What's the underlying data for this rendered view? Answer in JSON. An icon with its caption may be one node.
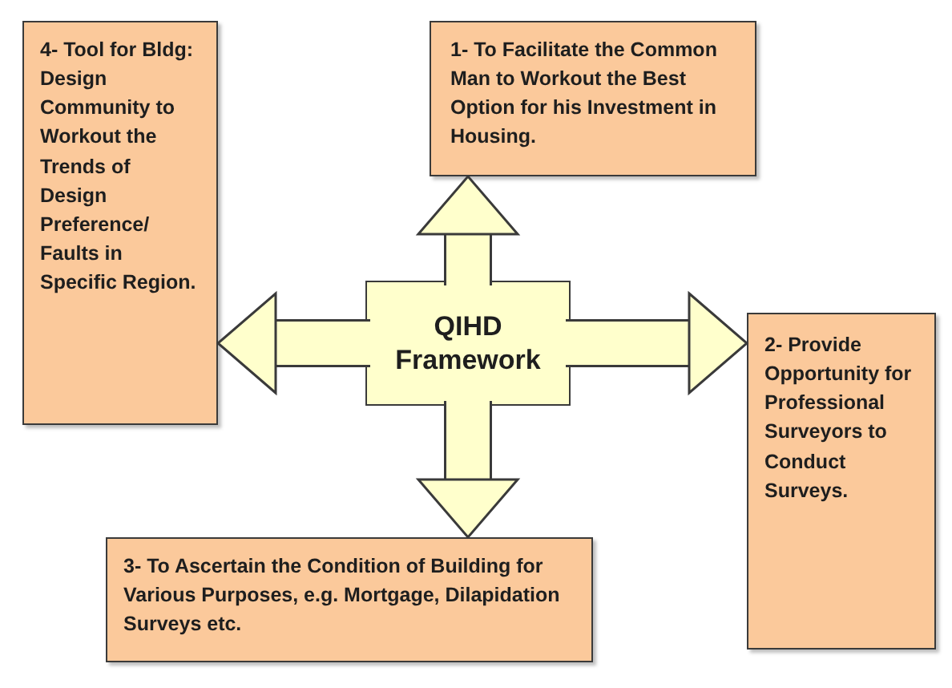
{
  "diagram": {
    "nodes": [
      {
        "text": [
          "4- Tool for Bldg: Design Community to Workout the Trends of Design Preference/ Faults in Specific Region."
        ]
      },
      {
        "text": [
          "1- To Facilitate the Common Man to Workout the Best Option for his Investment in Housing."
        ]
      },
      {
        "text": [
          "QIHD Framework"
        ]
      },
      {
        "text": [
          "2- Provide Opportunity for Professional Surveyors to Conduct Surveys."
        ]
      },
      {
        "text": [
          "3- To Ascertain the Condition of Building for Various Purposes, e.g. Mortgage, Dilapidation Surveys etc."
        ]
      }
    ],
    "edges": [
      {
        "from": 2,
        "to": 1,
        "arrow": "to"
      },
      {
        "from": 2,
        "to": 3,
        "arrow": "to"
      },
      {
        "from": 2,
        "to": 4,
        "arrow": "to"
      },
      {
        "from": 2,
        "to": 0,
        "arrow": "to"
      }
    ]
  }
}
